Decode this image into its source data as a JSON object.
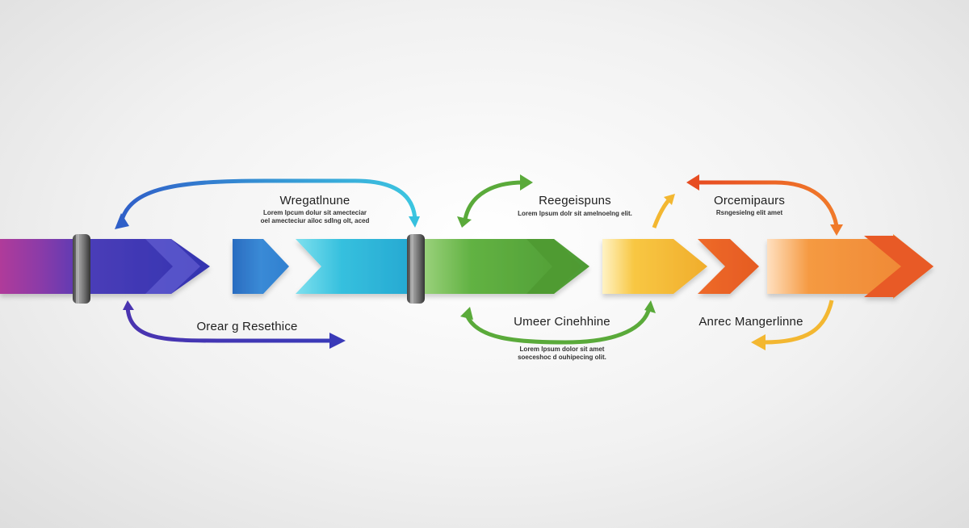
{
  "labels": {
    "top_left_title": "Wregatlnune",
    "top_left_body": "Lorem lpcum dolur sit amecteciar\noel amecteciur ailoc sdlng olt, aced",
    "top_mid_title": "Reegeispuns",
    "top_mid_body": "Lorem lpsum dolr sit amelnoelng elit.",
    "top_right_title": "Orcemipaurs",
    "top_right_body": "Rsngesielng elit amet",
    "bottom_left_title": "Orear g Resethice",
    "bottom_mid_title": "Umeer Cinehhine",
    "bottom_mid_body": "Lorem lpsum dolor sit amet\nsoeceshoc d ouhipecing olit.",
    "bottom_right_title": "Anrec Mangerlinne"
  },
  "colors": {
    "purple": "#8b2fa0",
    "indigo": "#3b3bb5",
    "blue": "#2f78c8",
    "cyan": "#2fb8d8",
    "green": "#57a83a",
    "yellow": "#f3b731",
    "orange": "#ec6a2a",
    "ring": "#6f6f6f"
  }
}
